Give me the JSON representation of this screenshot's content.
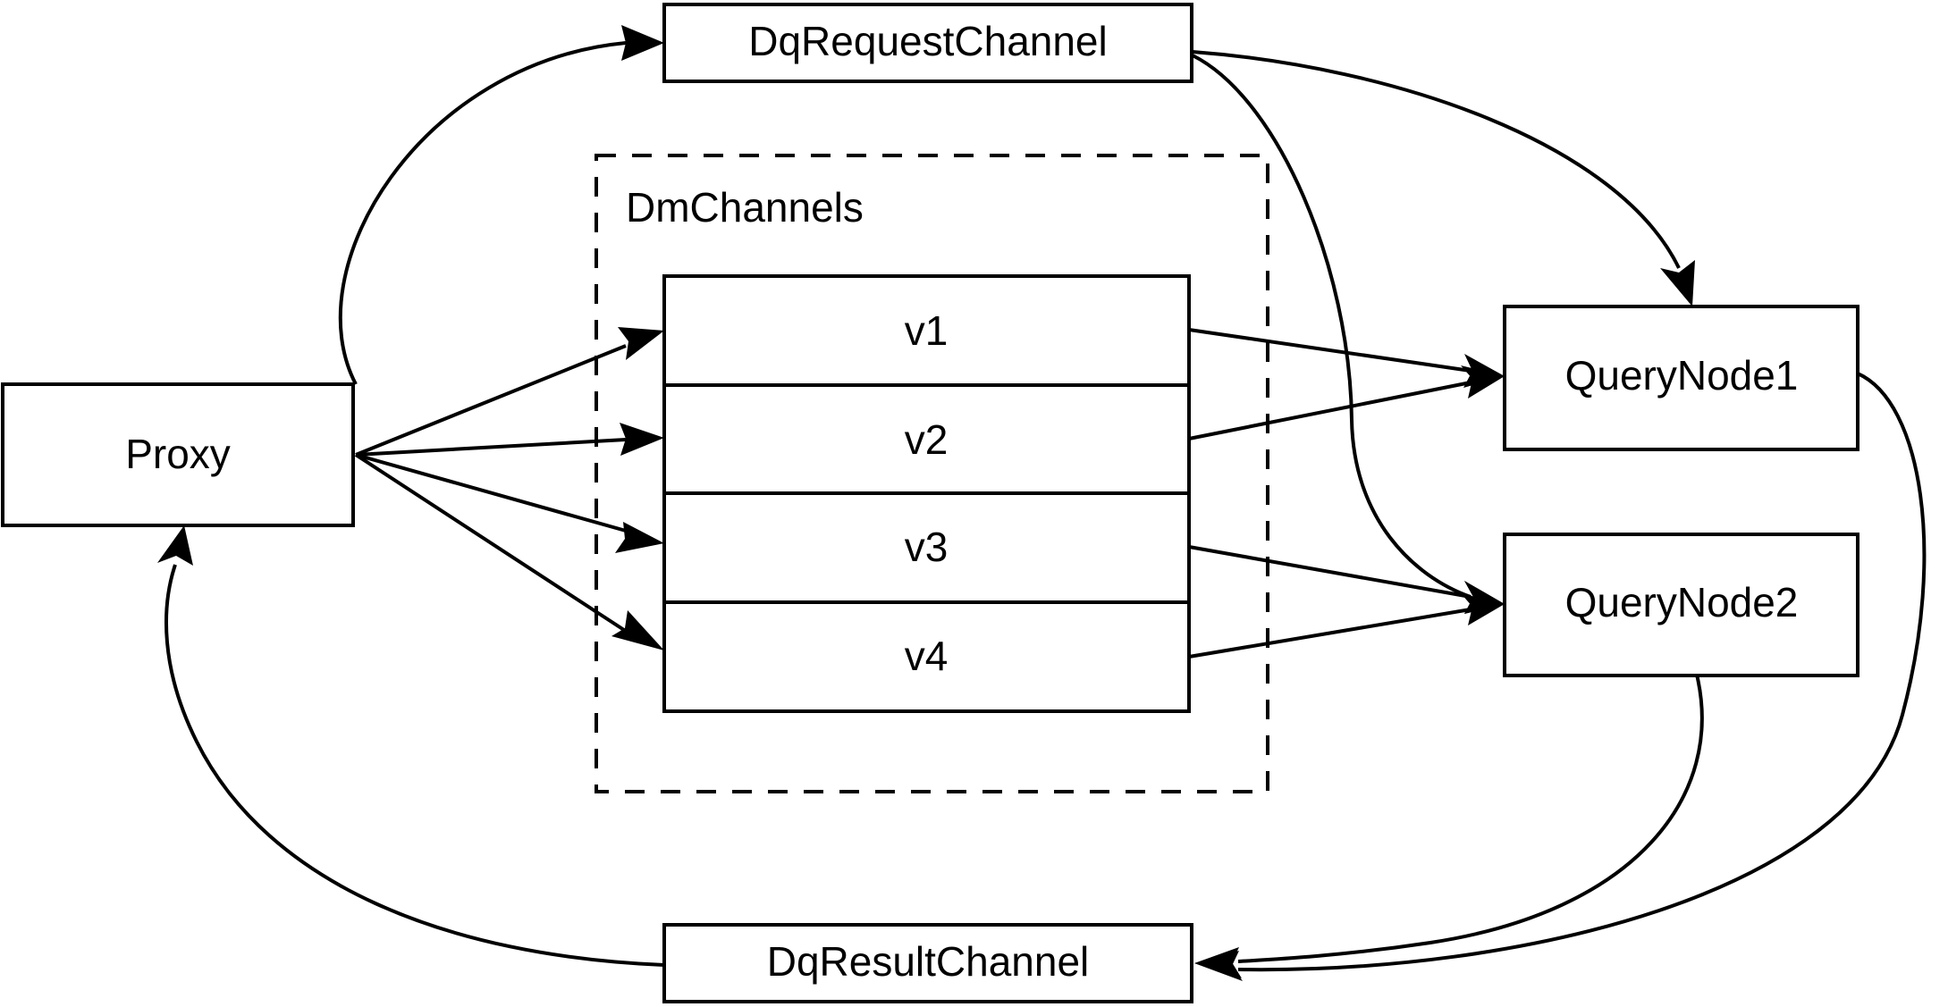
{
  "diagram": {
    "type": "flow-architecture",
    "background_color": "#ffffff",
    "line_color": "#000000",
    "nodes": {
      "proxy": {
        "label": "Proxy"
      },
      "dq_request_channel": {
        "label": "DqRequestChannel"
      },
      "dq_result_channel": {
        "label": "DqResultChannel"
      },
      "query_node_1": {
        "label": "QueryNode1"
      },
      "query_node_2": {
        "label": "QueryNode2"
      }
    },
    "group": {
      "label": "DmChannels",
      "style": "dashed"
    },
    "channel_rows": [
      {
        "label": "v1"
      },
      {
        "label": "v2"
      },
      {
        "label": "v3"
      },
      {
        "label": "v4"
      }
    ],
    "edges": [
      {
        "from": "Proxy",
        "to": "DqRequestChannel"
      },
      {
        "from": "Proxy",
        "to": "v1"
      },
      {
        "from": "Proxy",
        "to": "v2"
      },
      {
        "from": "Proxy",
        "to": "v3"
      },
      {
        "from": "Proxy",
        "to": "v4"
      },
      {
        "from": "DqRequestChannel",
        "to": "QueryNode1"
      },
      {
        "from": "DqRequestChannel",
        "to": "QueryNode2"
      },
      {
        "from": "v1",
        "to": "QueryNode1"
      },
      {
        "from": "v2",
        "to": "QueryNode1"
      },
      {
        "from": "v3",
        "to": "QueryNode2"
      },
      {
        "from": "v4",
        "to": "QueryNode2"
      },
      {
        "from": "QueryNode1",
        "to": "DqResultChannel"
      },
      {
        "from": "QueryNode2",
        "to": "DqResultChannel"
      },
      {
        "from": "DqResultChannel",
        "to": "Proxy"
      }
    ]
  }
}
